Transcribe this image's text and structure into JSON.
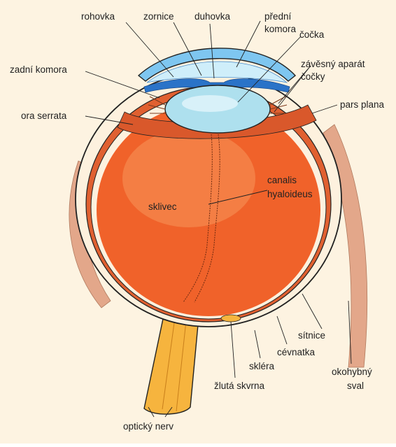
{
  "diagram": {
    "colors": {
      "background": "#fdf3e1",
      "vitreous": "#f0622a",
      "vitreous_highlight": "#f8955a",
      "sclera": "#fdf1de",
      "choroid": "#e06030",
      "lens": "#aee0ee",
      "cornea": "#7ec6f0",
      "iris": "#2a73c8",
      "muscle": "#e3a78a",
      "optic_nerve": "#f6b43e",
      "outline": "#222222"
    },
    "labels": {
      "cornea": "rohovka",
      "pupil": "zornice",
      "iris": "duhovka",
      "anterior_chamber_1": "přední",
      "anterior_chamber_2": "komora",
      "lens": "čočka",
      "zonule_1": "závěsný aparát",
      "zonule_2": "čočky",
      "posterior_chamber": "zadní komora",
      "ora_serrata": "ora serrata",
      "pars_plana": "pars plana",
      "vitreous": "sklivec",
      "hyaloid_canal_1": "canalis",
      "hyaloid_canal_2": "hyaloideus",
      "retina": "sítnice",
      "choroid": "cévnatka",
      "sclera": "skléra",
      "macula": "žlutá skvrna",
      "eye_muscle_1": "okohybný",
      "eye_muscle_2": "sval",
      "optic_nerve": "optický nerv"
    }
  }
}
